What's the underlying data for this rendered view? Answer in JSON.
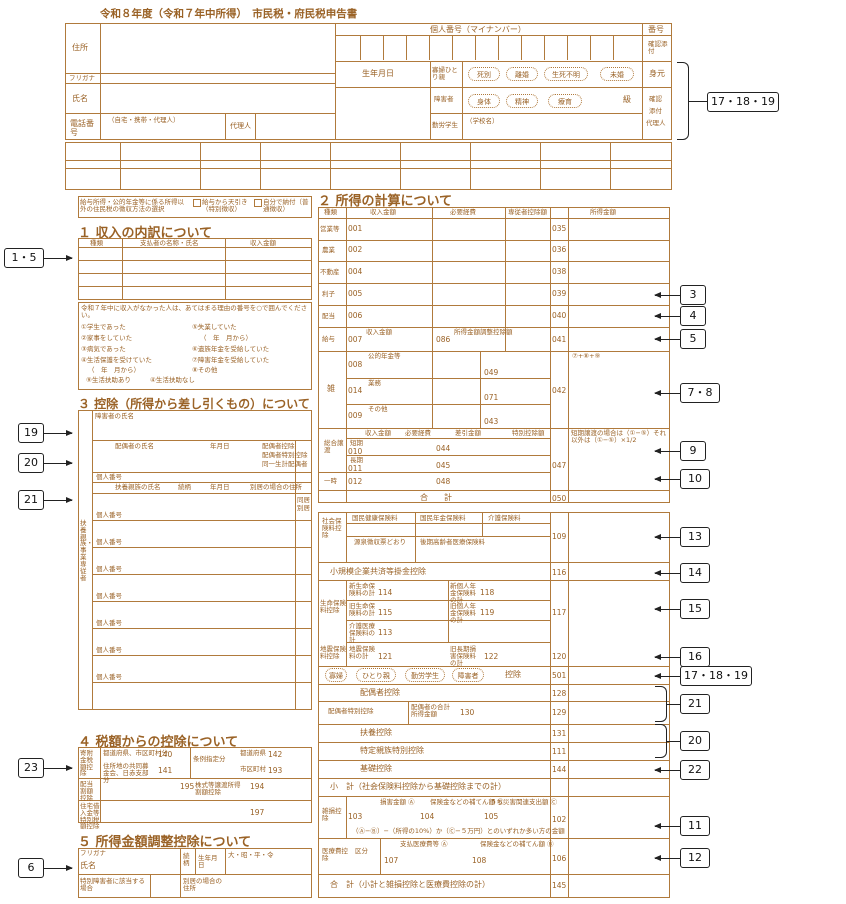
{
  "form_title": "令和８年度（令和７年中所得）　市民税・府民税申告書",
  "header": {
    "address": "住所",
    "furigana": "フリガナ",
    "name": "氏名",
    "phone": "電話番号",
    "phone_note": "（自宅・携帯・代理人）",
    "proxy": "代理人",
    "mynumber": "個人番号（マイナンバー）",
    "number": "番号",
    "confirm_attach": "確認添付",
    "birthdate": "生年月日",
    "widow": "寡婦ひとり親",
    "widow_opts": [
      "死別",
      "離婚",
      "生死不明",
      "未婚"
    ],
    "identity": "身元",
    "disabled": "障害者",
    "disabled_opts": [
      "身体",
      "精神",
      "療育"
    ],
    "grade": "級",
    "student": "勤労学生",
    "school": "（学校名）",
    "confirm_proxy": [
      "確認",
      "添付",
      "代理人"
    ]
  },
  "tax_choice": {
    "label": "給与所得・公的年金等に係る所得以外の住民税の徴収方法の選択",
    "opt1": "給与から天引き（特別徴収）",
    "opt2": "自分で納付（普通徴収）"
  },
  "sec1": {
    "title": "１ 収入の内訳について",
    "cols": [
      "種類",
      "支払者の名称・氏名",
      "収入金額"
    ],
    "no_income": "令和７年中に収入がなかった人は、あてはまる理由の番号を○で囲んでください。",
    "reasons": [
      "①学生であった",
      "②家事をしていた",
      "③病気であった",
      "④生活保護を受けていた",
      "⑤失業していた",
      "⑥遺族年金を受給していた",
      "⑦障害年金を受給していた",
      "⑧その他",
      "（　年　月から）",
      "（　年　月から）",
      "⑨生活扶助あり",
      "④生活扶助なし"
    ]
  },
  "sec2": {
    "title": "２ 所得の計算について",
    "cols": [
      "種類",
      "収入金額",
      "必要経費",
      "専従者控除額",
      "所得金額"
    ],
    "rows": [
      {
        "label": "営業等",
        "code": "001",
        "out": "035"
      },
      {
        "label": "農業",
        "code": "002",
        "out": "036"
      },
      {
        "label": "不動産",
        "code": "004",
        "out": "038"
      },
      {
        "label": "利子",
        "code": "005",
        "out": "039"
      },
      {
        "label": "配当",
        "code": "006",
        "out": "040"
      },
      {
        "label": "給与",
        "code": "007",
        "out": "041"
      }
    ],
    "kyuyo_labels": [
      "収入金額",
      "086",
      "所得金額調整控除額"
    ],
    "misc_label": "雑",
    "misc_codes": [
      "008",
      "014",
      "009"
    ],
    "misc_sub": [
      "公的年金等",
      "業務",
      "その他"
    ],
    "misc_calc": [
      "049",
      "071",
      "043"
    ],
    "misc_out": "042",
    "misc_formula": "⑦+⑧+⑨",
    "general": "総合譲渡",
    "general_codes": [
      "010",
      "011"
    ],
    "general_sub": [
      "短期",
      "長期"
    ],
    "general_calc": [
      "044",
      "045"
    ],
    "temp": "一時",
    "temp_code": "012",
    "temp_calc": "048",
    "general_out": "047",
    "general_note": "短期譲渡の場合は（①−⑤）それ以外は（①−⑤）×1/2",
    "gen_cols": [
      "収入金額",
      "必要経費",
      "差引金額",
      "特別控除額"
    ],
    "total": "合　　計",
    "total_code": "050"
  },
  "sec3": {
    "title": "３ 控除（所得から差し引くもの）について",
    "disabled_name": "障害者の氏名",
    "spouse_cols": [
      "配偶者の氏名",
      "年月日"
    ],
    "spouse_opts": [
      "配偶者控除",
      "配偶者特別控除",
      "同一生計配偶者"
    ],
    "dep_cols": [
      "扶養親族の氏名",
      "続柄",
      "年月日",
      "別居の場合の住所"
    ],
    "personal_num": "個人番号",
    "side": "扶養親族・事業専従者",
    "live": "同居",
    "separate": "別居",
    "social": "社会保険料控除",
    "social_cols": [
      "国民健康保険料",
      "国民年金保険料",
      "介護保険料"
    ],
    "social_cols2": [
      "源泉徴収票どおり",
      "後期高齢者医療保険料"
    ],
    "social_code": "109",
    "small": "小規模企業共済等掛金控除",
    "small_code": "116",
    "life": "生命保険料控除",
    "life_codes": [
      "114",
      "115",
      "113",
      "118",
      "119"
    ],
    "life_code": "117",
    "life_labels": [
      "新生命保険料の計",
      "旧生命保険料の計",
      "介護医療保険料の計",
      "新個人年金保険料の計",
      "旧個人年金保険料の計"
    ],
    "quake": "地震保険料控除",
    "quake_codes": [
      "121",
      "122"
    ],
    "quake_out": "120",
    "quake_labels": [
      "地震保険料の計",
      "旧長期損害保険料の計"
    ],
    "persons": [
      "寡婦",
      "ひとり親",
      "勤労学生",
      "障害者"
    ],
    "persons_label": "控除",
    "persons_code": "501",
    "spouse_ded": "配偶者控除",
    "spouse_ded_code": "128",
    "spouse_sp": "配偶者特別控除",
    "spouse_sp_sub": "配偶者の合計所得金額",
    "spouse_sp_code": "130",
    "spouse_sp_out": "129",
    "dep_ded": "扶養控除",
    "dep_ded_code": "131",
    "special": "特定親族特別控除",
    "special_code": "111",
    "basic": "基礎控除",
    "basic_code": "144",
    "subtotal": "小　計（社会保険料控除から基礎控除までの計）",
    "misc_loss": "雑損控除",
    "misc_loss_cols": [
      "損害金額 Ⓐ",
      "保険金などの補てん額 Ⓑ",
      "うち災害関連支出額 Ⓒ"
    ],
    "misc_loss_codes": [
      "103",
      "104",
      "105"
    ],
    "misc_loss_out": "102",
    "misc_loss_formula": "（Ⓐ−Ⓑ）−（所得の10%）か（Ⓒ−５万円）とのいずれか多い方の金額",
    "medical": "医療費控除",
    "medical_kubun": "区分",
    "medical_cols": [
      "支払医療費等 Ⓐ",
      "保険金などの補てん額 Ⓑ"
    ],
    "medical_codes": [
      "107",
      "108"
    ],
    "medical_out": "106",
    "grand": "合　計（小計と雑損控除と医療費控除の計）",
    "grand_code": "145"
  },
  "sec4": {
    "title": "４ 税額からの控除について",
    "rows": [
      "寄附金税額控除",
      "配当割額控除",
      "住宅借入金等特別税額控除"
    ],
    "items": [
      "都道府県、市区町村分",
      "住所地の共同募金会、日赤支部分",
      "条例指定分",
      "都道府県",
      "市区町村",
      "株式等譲渡所得割額控除"
    ],
    "codes": [
      "140",
      "141",
      "142",
      "193",
      "194",
      "195",
      "197"
    ]
  },
  "sec5": {
    "title": "５ 所得金額調整控除について",
    "labels": [
      "フリガナ",
      "氏名",
      "続柄",
      "生年月日",
      "特別障害者に該当する場合",
      "別居の場合の住所"
    ],
    "eras": "大・昭・平・令"
  },
  "callouts": {
    "left": [
      "1・5",
      "19",
      "20",
      "21",
      "23",
      "6"
    ],
    "right": [
      "17・18・19",
      "3",
      "4",
      "5",
      "7・8",
      "9",
      "10",
      "13",
      "14",
      "15",
      "16",
      "17・18・19",
      "21",
      "20",
      "22",
      "11",
      "12"
    ]
  }
}
